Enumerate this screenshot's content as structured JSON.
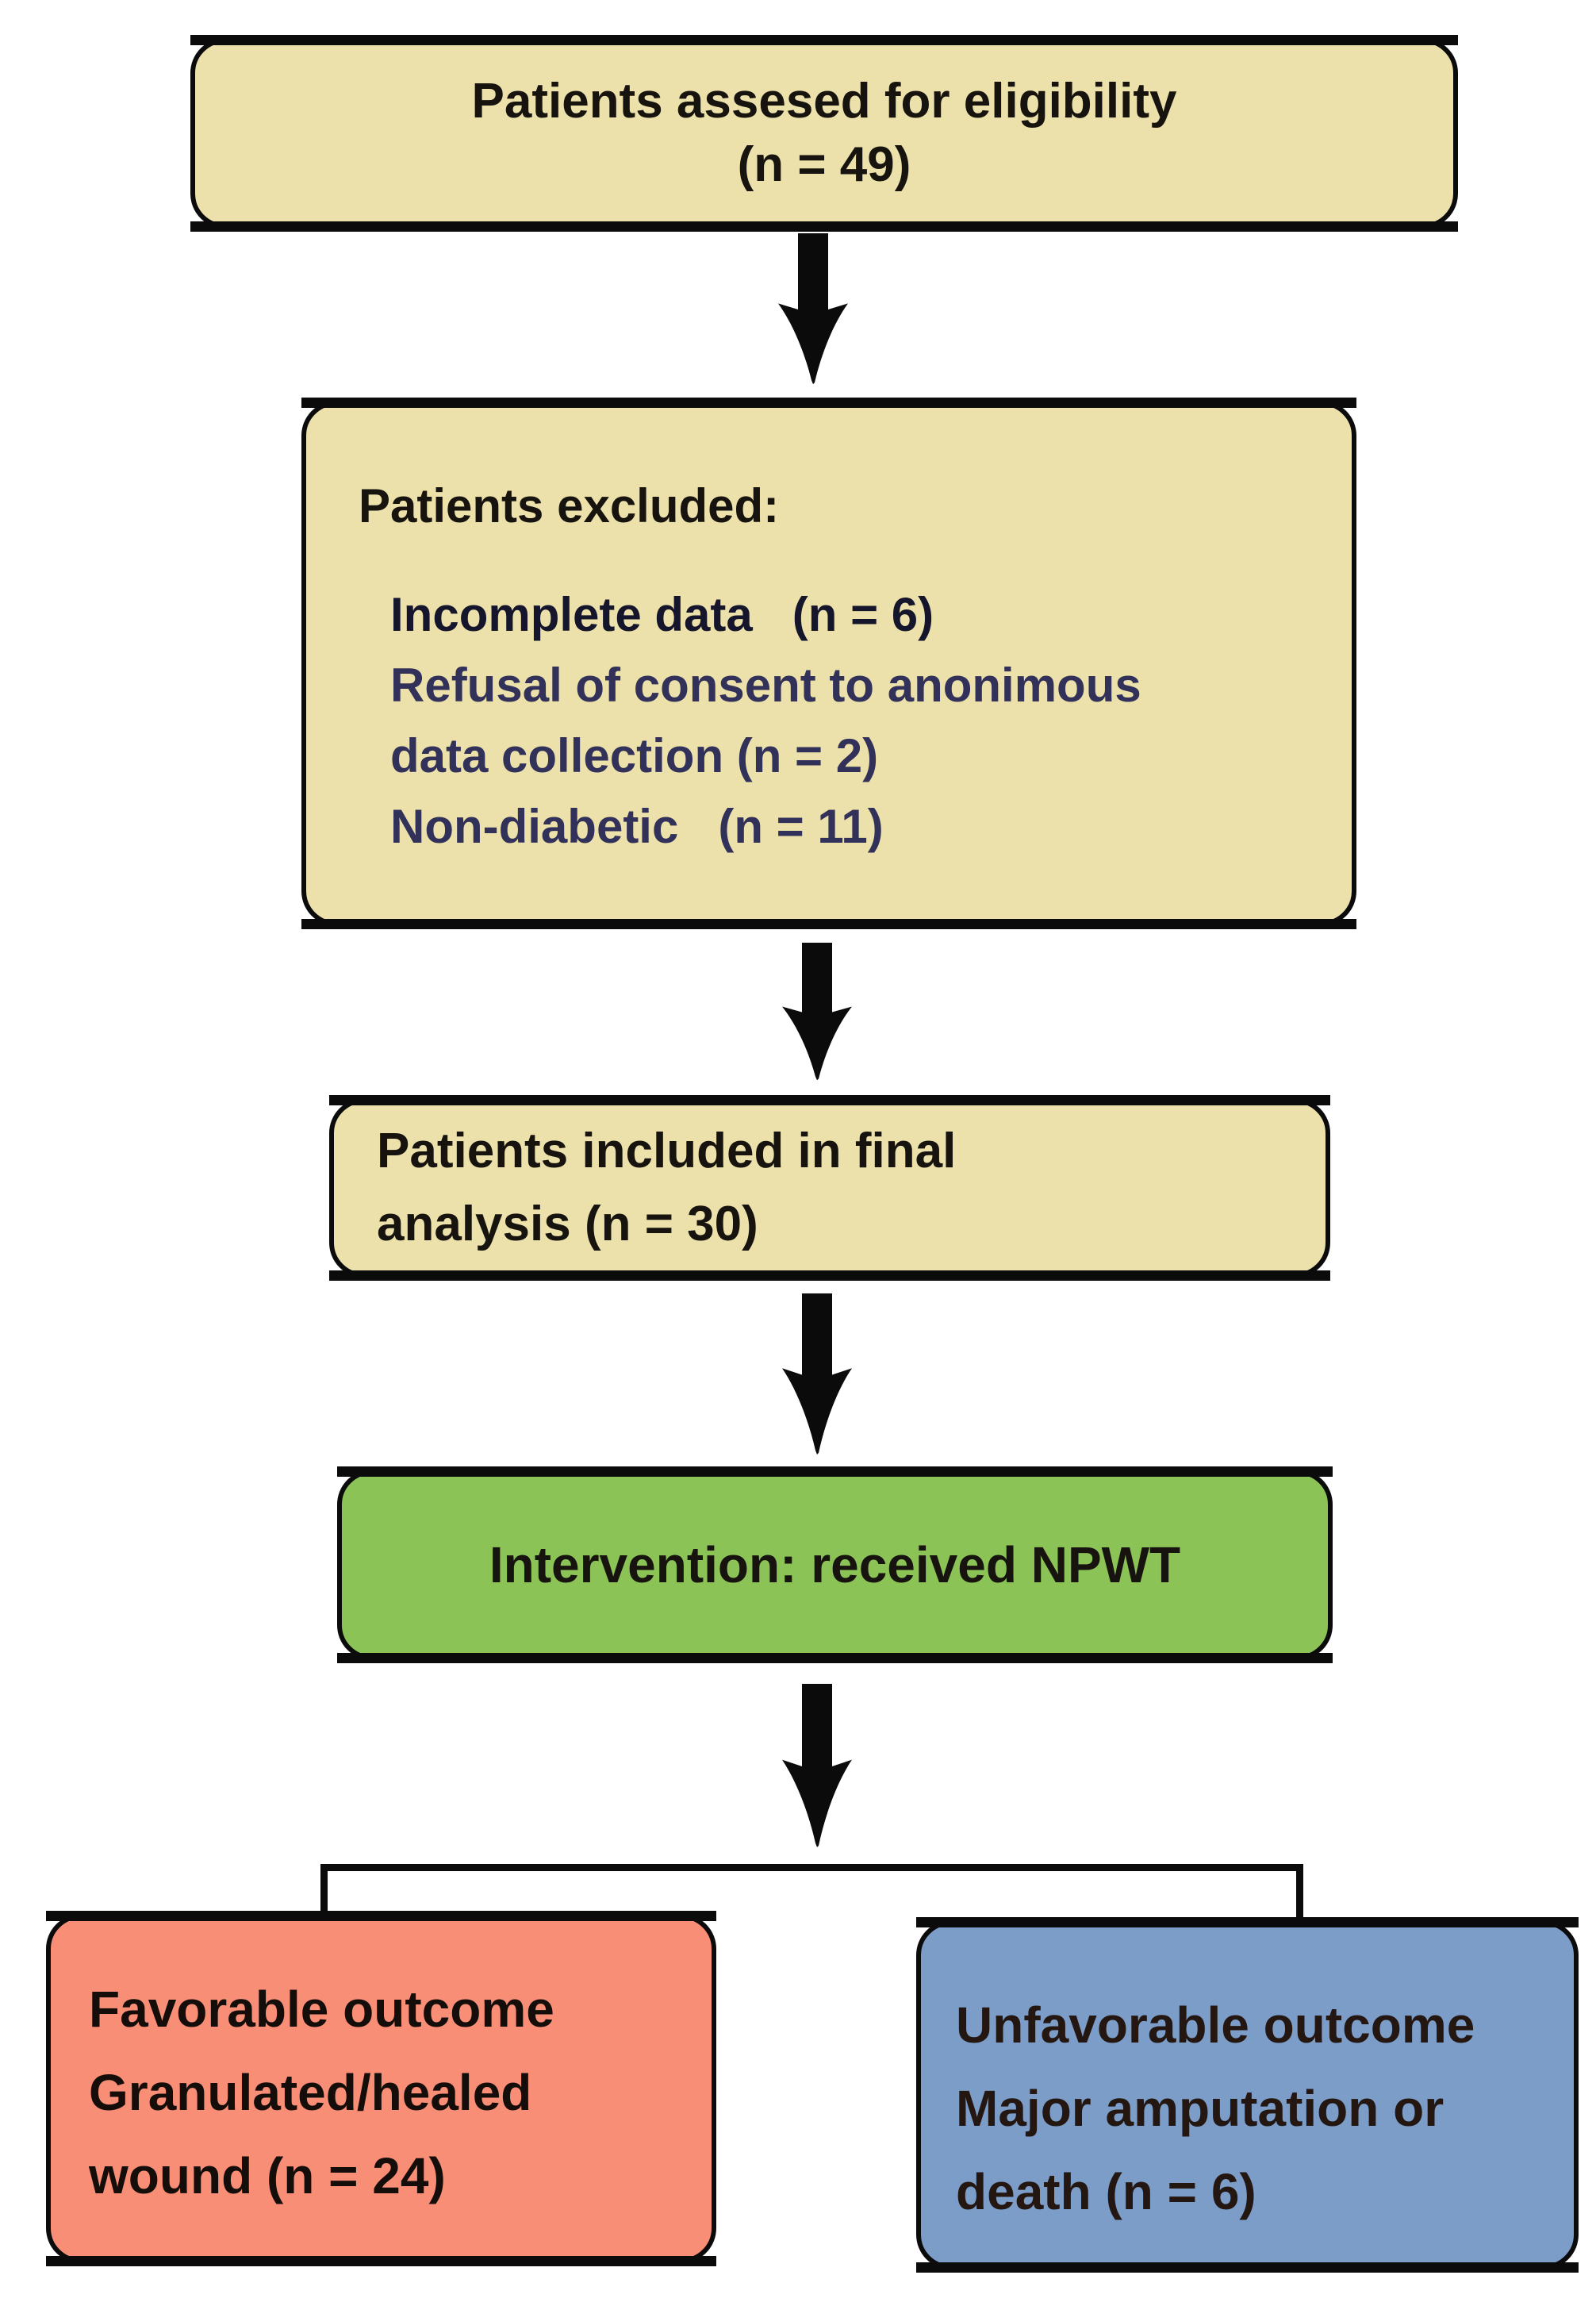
{
  "colors": {
    "canvas": "#ffffff",
    "ink": "#0b0b0b",
    "tan": "#ece1aa",
    "green": "#8cc356",
    "salmon": "#f98e76",
    "blue": "#7b9dc8",
    "text_dark": "#17130e",
    "text_navy": "#32315a",
    "text_navy_dark": "#15152b",
    "text_brown": "#241611"
  },
  "flow": {
    "eligibility": {
      "line1": "Patients assesed for eligibility",
      "line2": "(n = 49)"
    },
    "excluded": {
      "heading": "Patients excluded:",
      "item1": "Incomplete data   (n = 6)",
      "item2_line1": "Refusal of consent to anonimous",
      "item2_line2": "data collection (n = 2)",
      "item3": "Non-diabetic   (n = 11)"
    },
    "included": {
      "line1": "Patients included in final",
      "line2": "analysis (n = 30)"
    },
    "intervention": {
      "line1": "Intervention: received NPWT"
    },
    "favorable": {
      "line1": "Favorable outcome",
      "line2": "Granulated/healed",
      "line3": "wound (n = 24)"
    },
    "unfavorable": {
      "line1": "Unfavorable outcome",
      "line2": "Major amputation or",
      "line3": "death (n = 6)"
    }
  }
}
